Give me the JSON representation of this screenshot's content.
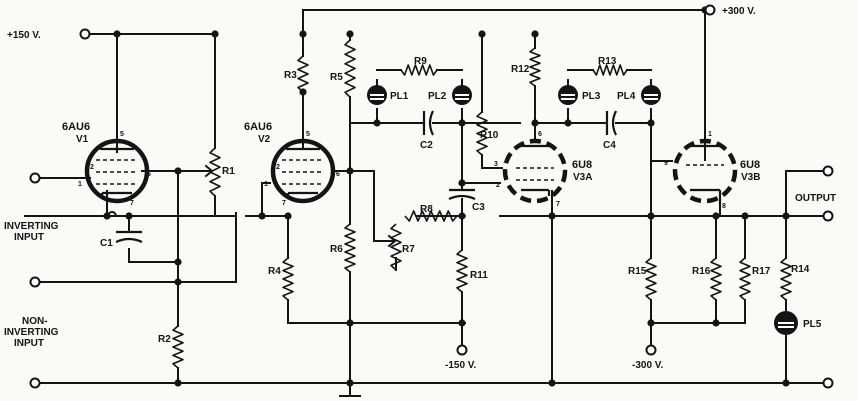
{
  "supplies": {
    "plus150": "+150 V.",
    "plus300": "+300 V.",
    "minus150": "-150 V.",
    "minus300": "-300 V."
  },
  "io": {
    "inverting": [
      "INVERTING",
      "INPUT"
    ],
    "noninverting": [
      "NON-",
      "INVERTING",
      "INPUT"
    ],
    "output": "OUTPUT"
  },
  "tubes": {
    "v1": {
      "type": "6AU6",
      "id": "V1"
    },
    "v2": {
      "type": "6AU6",
      "id": "V2"
    },
    "v3a": {
      "type": "6U8",
      "id": "V3A"
    },
    "v3b": {
      "type": "6U8",
      "id": "V3B"
    }
  },
  "resistors": {
    "r1": "R1",
    "r2": "R2",
    "r3": "R3",
    "r4": "R4",
    "r5": "R5",
    "r6": "R6",
    "r7": "R7",
    "r8": "R8",
    "r9": "R9",
    "r10": "R10",
    "r11": "R11",
    "r12": "R12",
    "r13": "R13",
    "r14": "R14",
    "r15": "R15",
    "r16": "R16",
    "r17": "R17"
  },
  "capacitors": {
    "c1": "C1",
    "c2": "C2",
    "c3": "C3",
    "c4": "C4"
  },
  "lamps": {
    "pl1": "PL1",
    "pl2": "PL2",
    "pl3": "PL3",
    "pl4": "PL4",
    "pl5": "PL5"
  },
  "pins": {
    "p1": "1",
    "p2": "2",
    "p3": "3",
    "p5": "5",
    "p6": "6",
    "p7": "7",
    "p8": "8",
    "p9": "9"
  }
}
